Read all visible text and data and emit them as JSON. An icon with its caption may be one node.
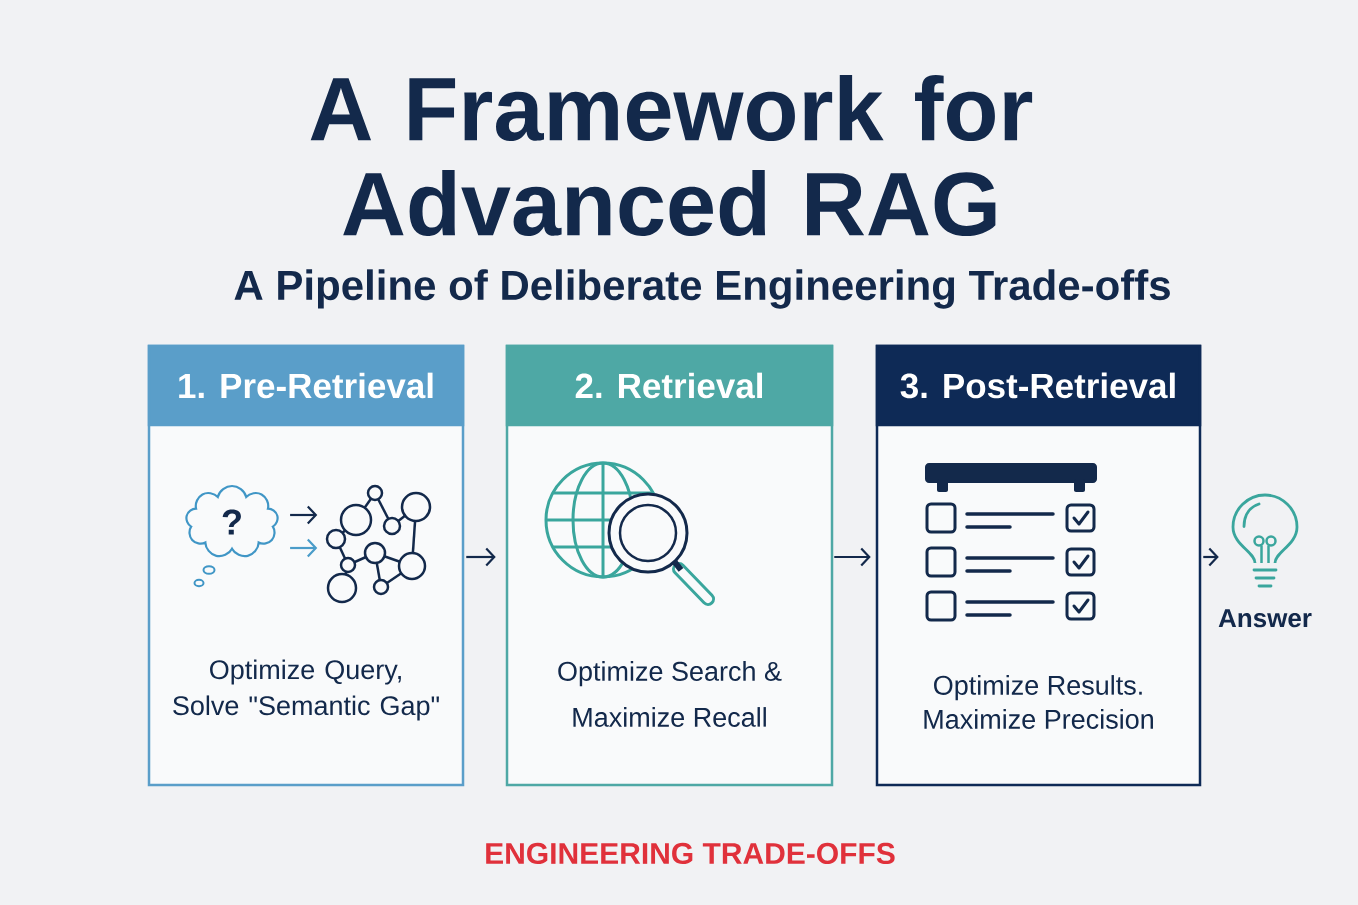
{
  "diagram": {
    "title": "A Framework for Advanced RAG",
    "nodes": [
      {
        "text": [
          "1. Pre-Retrieval",
          "Optimize Query, Solve \"Semantic Gap\""
        ]
      },
      {
        "text": [
          "?"
        ],
        "in": 0
      },
      {
        "text": [],
        "shape": "picture",
        "in": 0
      },
      {
        "text": [
          "2. Retrieval",
          "Optimize Search & Maximize Recall"
        ]
      },
      {
        "text": [
          "3. Post-Retrieval",
          "Optimize Results. Maximize Precision"
        ]
      },
      {
        "text": [],
        "shape": "picture",
        "beside": [
          "Answer"
        ]
      }
    ],
    "edges": [
      {
        "from": 1,
        "to": 2,
        "arrow": "to"
      },
      {
        "from": 1,
        "to": 2,
        "arrow": "to",
        "color": "#4a9cc9"
      },
      {
        "from": 0,
        "to": 3,
        "arrow": "to"
      },
      {
        "from": 3,
        "to": 4,
        "arrow": "to"
      },
      {
        "from": 4,
        "to": 5,
        "arrow": "to"
      }
    ],
    "labels": [
      "A Pipeline of Deliberate Engineering Trade-offs",
      "ENGINEERING TRADE-OFFS"
    ]
  }
}
